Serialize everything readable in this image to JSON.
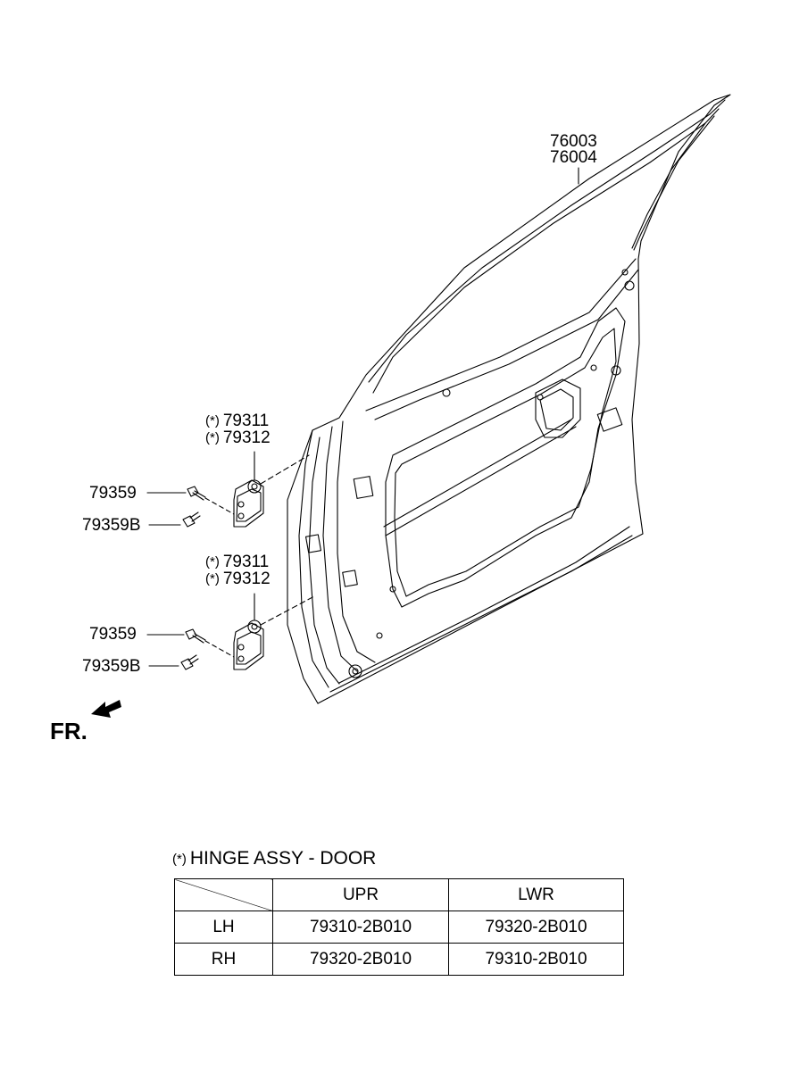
{
  "callouts": {
    "door_part_1": "76003",
    "door_part_2": "76004",
    "upper_hinge_1": "79311",
    "upper_hinge_2": "79312",
    "upper_bolt": "79359",
    "upper_bolt_b": "79359B",
    "lower_hinge_1": "79311",
    "lower_hinge_2": "79312",
    "lower_bolt": "79359",
    "lower_bolt_b": "79359B",
    "star_mark": "(*)"
  },
  "direction": {
    "label": "FR."
  },
  "hinge_table": {
    "title": "HINGE ASSY - DOOR",
    "star_mark": "(*)",
    "headers": [
      "",
      "UPR",
      "LWR"
    ],
    "rows": [
      [
        "LH",
        "79310-2B010",
        "79320-2B010"
      ],
      [
        "RH",
        "79320-2B010",
        "79310-2B010"
      ]
    ]
  }
}
